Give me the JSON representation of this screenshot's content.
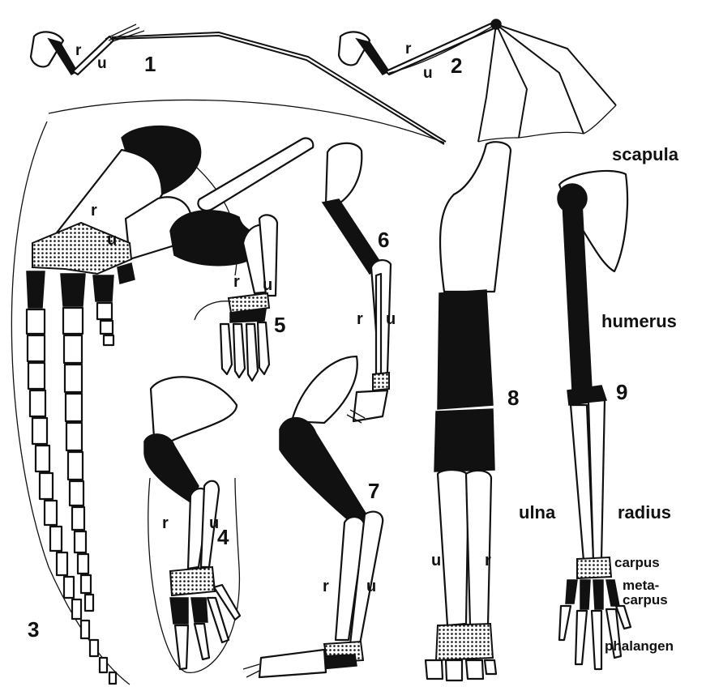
{
  "figure_numbers": [
    "1",
    "2",
    "3",
    "4",
    "5",
    "6",
    "7",
    "8",
    "9"
  ],
  "bone_letters": {
    "radius": "r",
    "ulna": "u"
  },
  "terms": {
    "scapula": "scapula",
    "humerus": "humerus",
    "ulna": "ulna",
    "radius": "radius",
    "carpus": "carpus",
    "metacarpus_line1": "meta-",
    "metacarpus_line2": "carpus",
    "phalangen": "phalangen"
  },
  "colors": {
    "ink": "#111111",
    "paper": "#ffffff"
  }
}
